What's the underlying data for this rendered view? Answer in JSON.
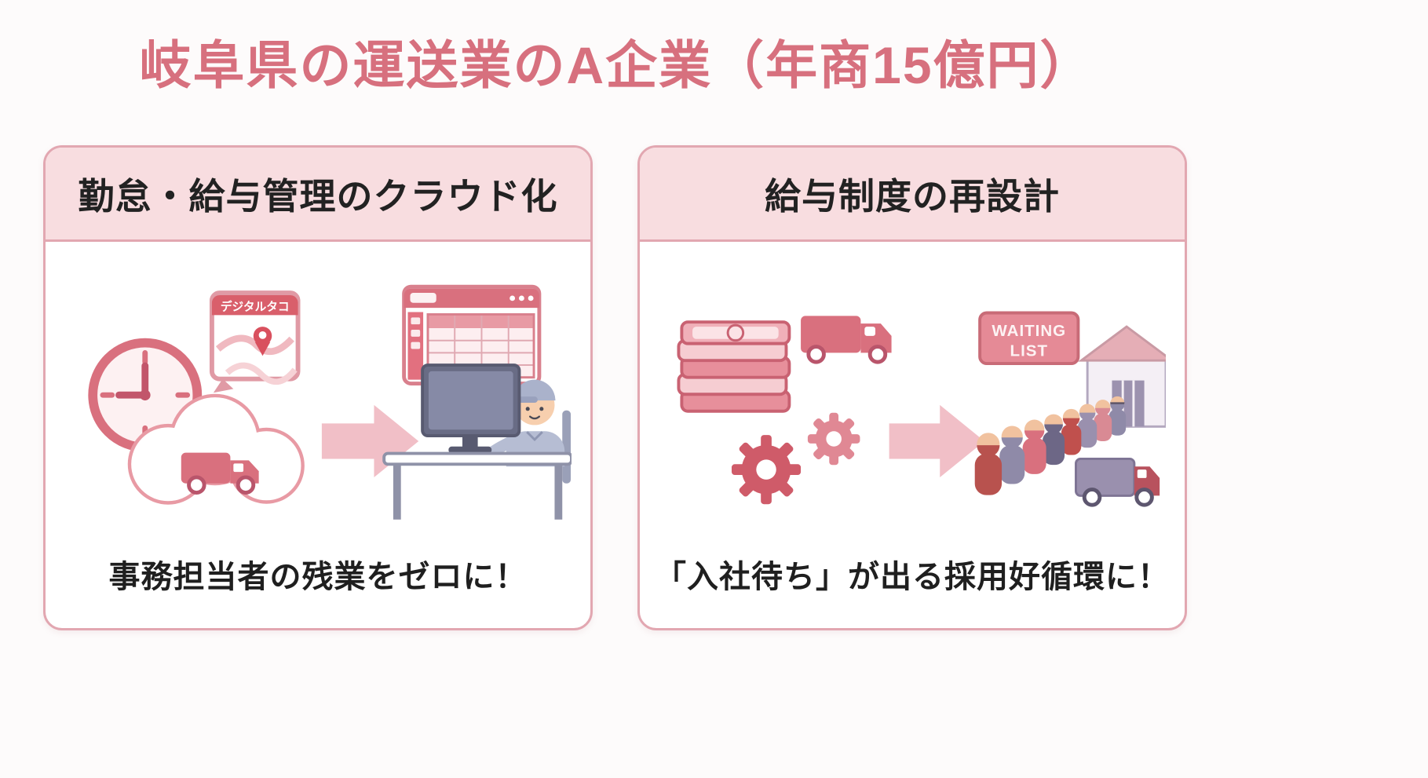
{
  "page": {
    "title": "岐阜県の運送業のA企業（年商15億円）"
  },
  "cards": [
    {
      "id": "cloud-management",
      "header": "勤怠・給与管理のクラウド化",
      "caption": "事務担当者の残業をゼロに！",
      "illustration": {
        "tacho_label": "デジタルタコ"
      }
    },
    {
      "id": "salary-redesign",
      "header": "給与制度の再設計",
      "caption": "「入社待ち」が出る採用好循環に！",
      "illustration": {
        "sign_line1": "WAITING",
        "sign_line2": "LIST"
      }
    }
  ],
  "colors": {
    "accent": "#d7707e",
    "card_border": "#e2a7b1",
    "card_header_bg": "#f8dde0",
    "background": "#fdfbfb",
    "text": "#1f1f1f"
  }
}
